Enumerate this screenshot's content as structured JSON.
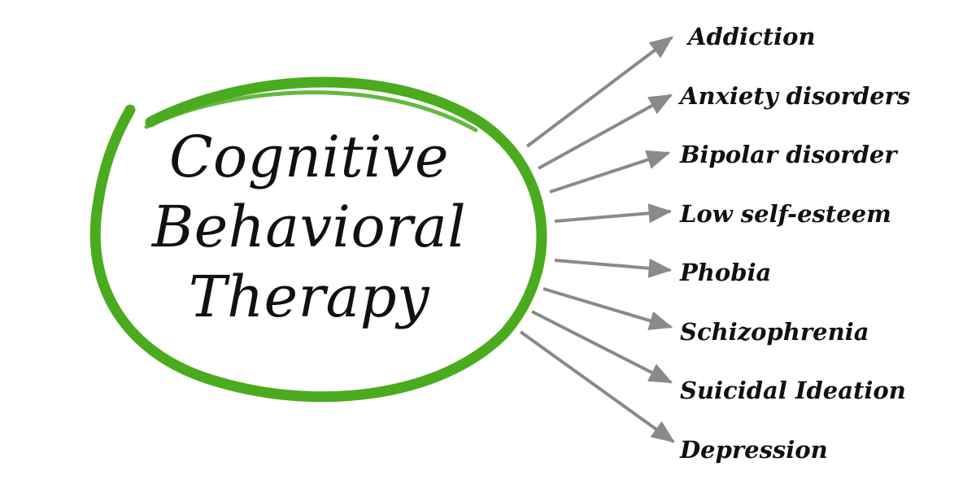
{
  "center": {
    "lines": [
      "Cognitive",
      "Behavioral",
      "Therapy"
    ]
  },
  "targets": [
    "Addiction",
    "Anxiety disorders",
    "Bipolar disorder",
    "Low self-esteem",
    "Phobia",
    "Schizophrenia",
    "Suicidal Ideation",
    "Depression"
  ],
  "colors": {
    "ring": "#4aab1f",
    "arrow": "#8a8a8a",
    "text": "#111111",
    "background": "#ffffff"
  }
}
